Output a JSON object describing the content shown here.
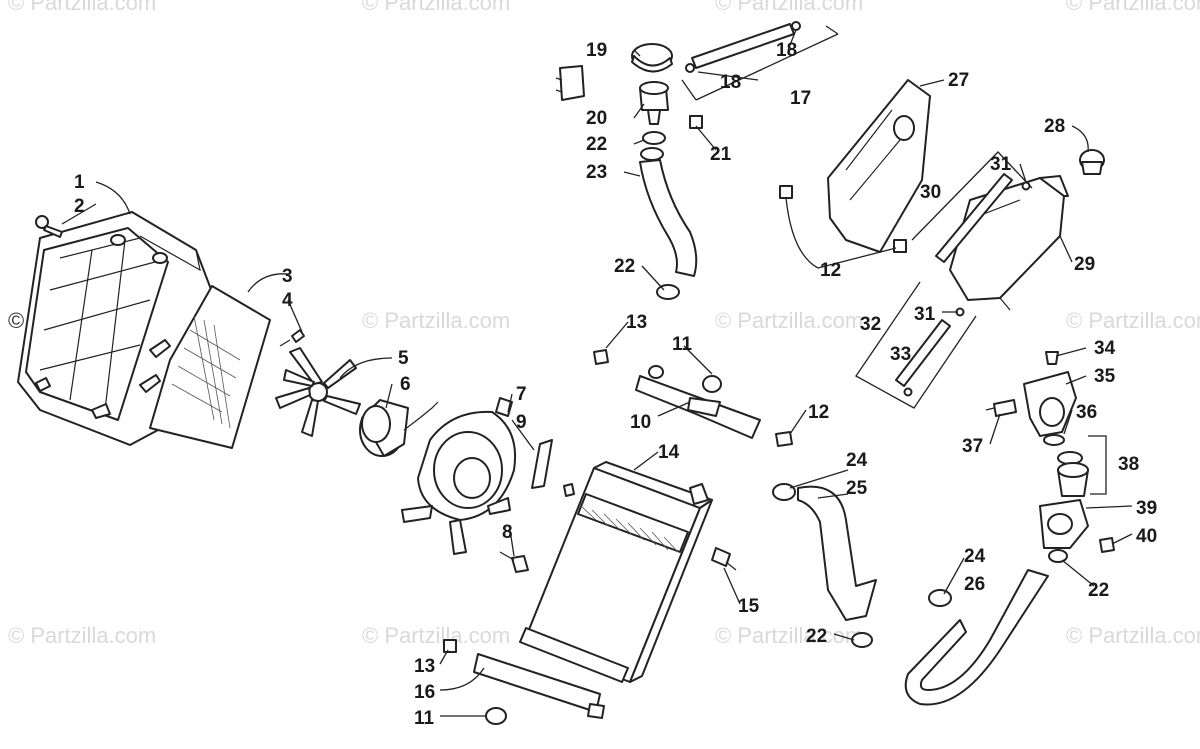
{
  "watermark": {
    "text": "© Partzilla.com"
  },
  "callouts": {
    "c1": "1",
    "c2": "2",
    "c3": "3",
    "c4": "4",
    "c5": "5",
    "c6": "6",
    "c7": "7",
    "c8": "8",
    "c9": "9",
    "c10": "10",
    "c11a": "11",
    "c11b": "11",
    "c12a": "12",
    "c12b": "12",
    "c13a": "13",
    "c13b": "13",
    "c14": "14",
    "c15": "15",
    "c16": "16",
    "c17": "17",
    "c18a": "18",
    "c18b": "18",
    "c19": "19",
    "c20": "20",
    "c21": "21",
    "c22a": "22",
    "c22b": "22",
    "c22c": "22",
    "c22d": "22",
    "c23": "23",
    "c24a": "24",
    "c24b": "24",
    "c25": "25",
    "c26": "26",
    "c27": "27",
    "c28": "28",
    "c29": "29",
    "c30": "30",
    "c31a": "31",
    "c31b": "31",
    "c32": "32",
    "c33": "33",
    "c34": "34",
    "c35": "35",
    "c36": "36",
    "c37": "37",
    "c38": "38",
    "c39": "39",
    "c40": "40"
  }
}
